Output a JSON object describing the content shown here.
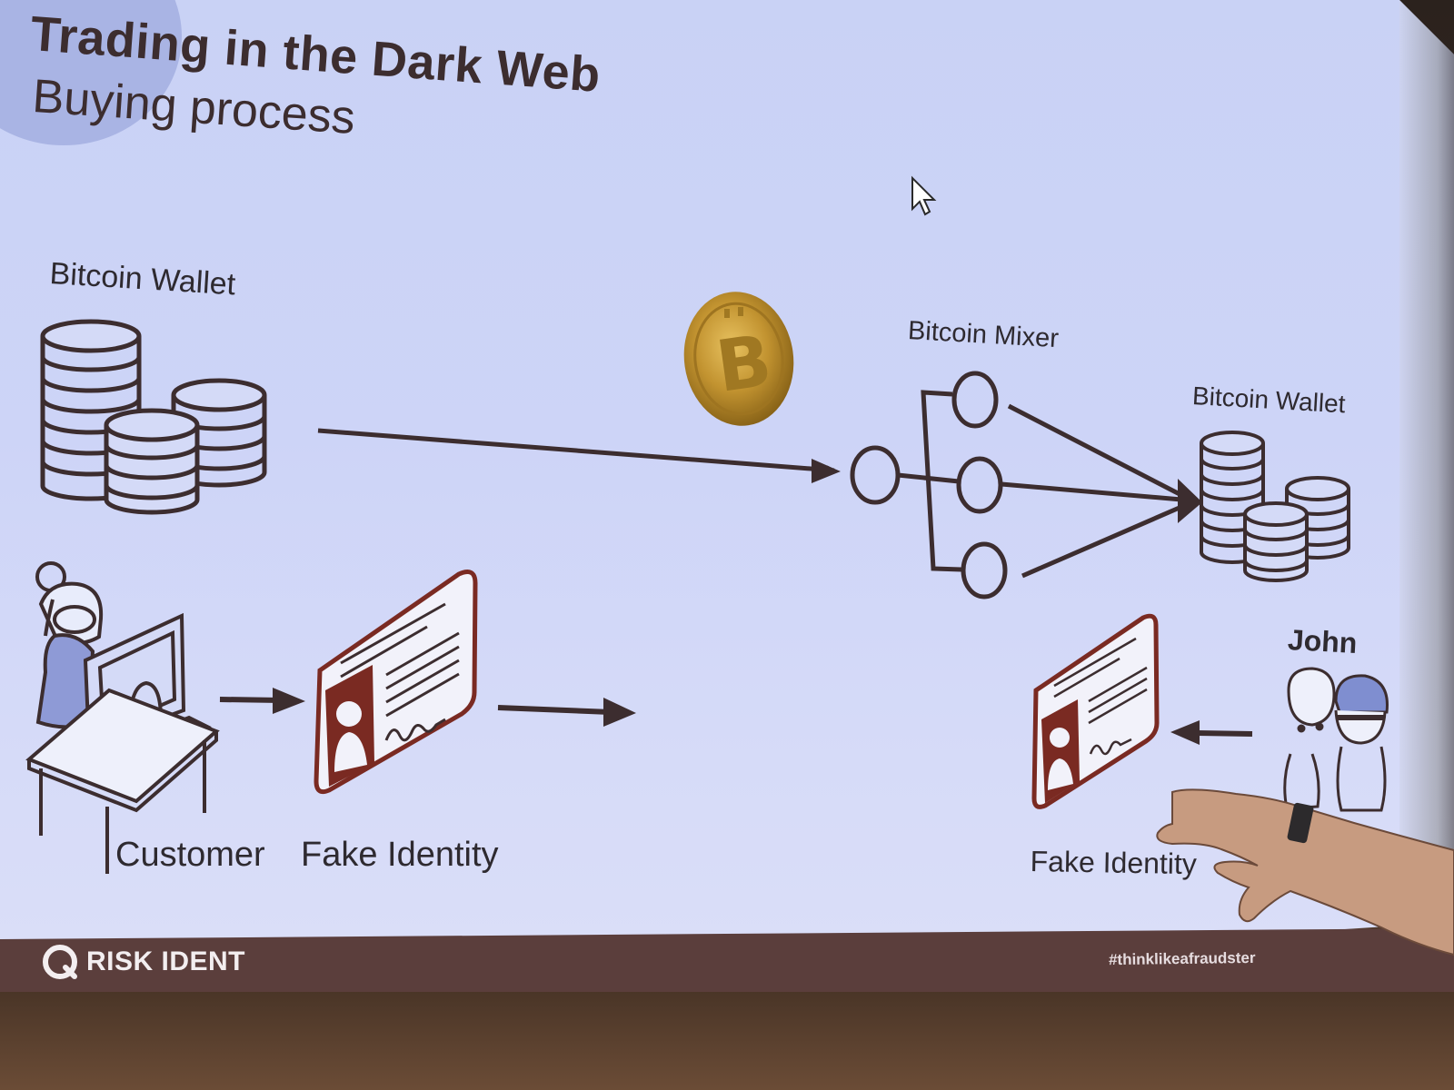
{
  "slide": {
    "title": "Trading in the Dark Web",
    "subtitle": "Buying process"
  },
  "labels": {
    "wallet_left": "Bitcoin Wallet",
    "mixer": "Bitcoin Mixer",
    "wallet_right": "Bitcoin Wallet",
    "customer": "Customer",
    "fake_identity_left": "Fake Identity",
    "fake_identity_right": "Fake Identity",
    "john": "John"
  },
  "footer": {
    "brand": "RISK IDENT",
    "hashtag": "#thinklikeafraudster"
  },
  "colors": {
    "slide_bg": "#cdd4f7",
    "ink": "#3c2d2f",
    "accent": "#7a2a22",
    "footer": "#5b3e3c"
  },
  "icons": [
    "coin-stack-icon",
    "bitcoin-coin-icon",
    "mixer-node-icon",
    "customer-at-desk-icon",
    "id-card-icon",
    "two-people-icon",
    "mouse-cursor-icon",
    "arrow-icon"
  ]
}
